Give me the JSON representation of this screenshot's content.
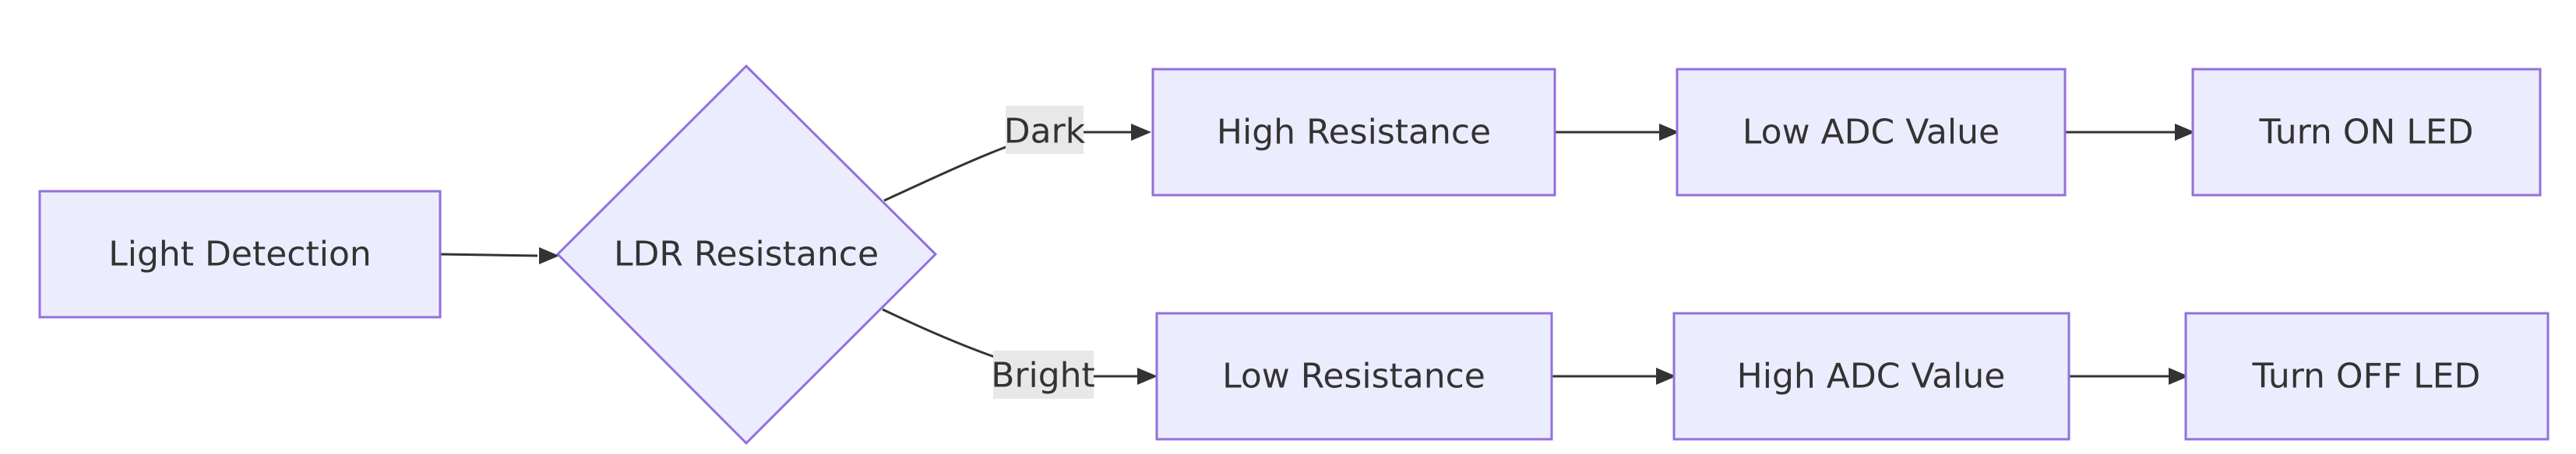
{
  "diagram": {
    "type": "flowchart",
    "direction": "left-to-right",
    "colors": {
      "node_fill": "#ECECFF",
      "node_border": "#9370DB",
      "text": "#333333",
      "edge": "#333333",
      "label_background": "#E8E8E8"
    },
    "nodes": {
      "light_detection": "Light Detection",
      "ldr_resistance": "LDR Resistance",
      "high_resistance": "High Resistance",
      "low_adc_value": "Low ADC Value",
      "turn_on_led": "Turn ON LED",
      "low_resistance": "Low Resistance",
      "high_adc_value": "High ADC Value",
      "turn_off_led": "Turn OFF LED"
    },
    "edges": [
      {
        "from": "light_detection",
        "to": "ldr_resistance",
        "label": ""
      },
      {
        "from": "ldr_resistance",
        "to": "high_resistance",
        "label": "Dark"
      },
      {
        "from": "ldr_resistance",
        "to": "low_resistance",
        "label": "Bright"
      },
      {
        "from": "high_resistance",
        "to": "low_adc_value",
        "label": ""
      },
      {
        "from": "low_adc_value",
        "to": "turn_on_led",
        "label": ""
      },
      {
        "from": "low_resistance",
        "to": "high_adc_value",
        "label": ""
      },
      {
        "from": "high_adc_value",
        "to": "turn_off_led",
        "label": ""
      }
    ],
    "edge_labels": {
      "dark": "Dark",
      "bright": "Bright"
    }
  }
}
